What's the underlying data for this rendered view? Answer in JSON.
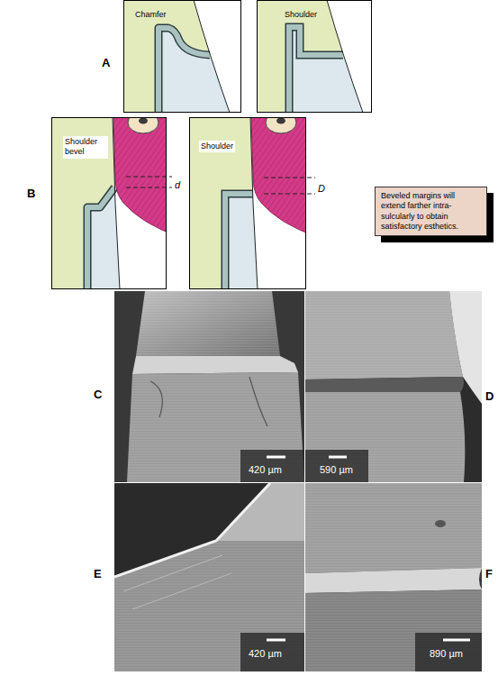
{
  "diagram": {
    "nodes": [
      {
        "text": [
          "Chamfer"
        ]
      },
      {
        "text": [
          "Shoulder"
        ]
      },
      {
        "text": [
          "Shoulder bevel"
        ]
      },
      {
        "text": [
          "Shoulder"
        ]
      },
      {
        "text": [
          "Beveled margins will extend farther intra-sulcularly to obtain satisfactory esthetics."
        ]
      }
    ],
    "labels": [
      "A",
      "B",
      "d",
      "D",
      "C",
      "D",
      "E",
      "F",
      "420 µm",
      "590 µm",
      "420 µm",
      "890 µm"
    ]
  }
}
